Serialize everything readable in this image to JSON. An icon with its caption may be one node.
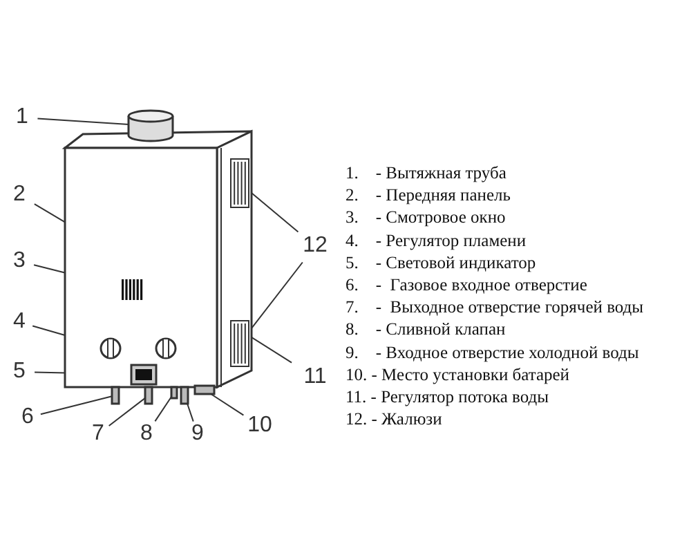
{
  "diagram": {
    "nodes": [
      {
        "text": [
          "1"
        ]
      },
      {
        "text": [
          "2"
        ]
      },
      {
        "text": [
          "3"
        ]
      },
      {
        "text": [
          "4"
        ]
      },
      {
        "text": [
          "5"
        ]
      },
      {
        "text": [
          "6"
        ]
      },
      {
        "text": [
          "7"
        ]
      },
      {
        "text": [
          "8"
        ]
      },
      {
        "text": [
          "9"
        ]
      },
      {
        "text": [
          "10"
        ]
      },
      {
        "text": [
          "11"
        ]
      },
      {
        "text": [
          "12"
        ]
      },
      {
        "text": [],
        "shape": "cylinder"
      },
      {
        "text": [],
        "shape": "box"
      },
      {
        "text": [],
        "shape": "box",
        "in": 13
      },
      {
        "text": [],
        "shape": "circle",
        "in": 13
      },
      {
        "text": [],
        "shape": "box",
        "in": 13
      },
      {
        "text": [],
        "shape": "bar"
      },
      {
        "text": [],
        "shape": "bar"
      },
      {
        "text": [],
        "shape": "bar"
      },
      {
        "text": [],
        "shape": "bar"
      },
      {
        "text": [],
        "shape": "box"
      },
      {
        "text": [],
        "shape": "box"
      },
      {
        "text": [],
        "shape": "box"
      },
      {
        "text": [],
        "shape": "circle",
        "in": 13
      }
    ],
    "edges": [
      {
        "from": 0,
        "to": 12,
        "arrow": "none"
      },
      {
        "from": 1,
        "to": 13,
        "arrow": "none"
      },
      {
        "from": 2,
        "to": 14,
        "arrow": "none"
      },
      {
        "from": 3,
        "to": 15,
        "arrow": "none"
      },
      {
        "from": 4,
        "to": 16,
        "arrow": "none"
      },
      {
        "from": 5,
        "to": 17,
        "arrow": "none"
      },
      {
        "from": 6,
        "to": 18,
        "arrow": "none"
      },
      {
        "from": 7,
        "to": 19,
        "arrow": "none"
      },
      {
        "from": 8,
        "to": 20,
        "arrow": "none"
      },
      {
        "from": 9,
        "to": 21,
        "arrow": "none"
      },
      {
        "from": 10,
        "to": 13,
        "arrow": "none"
      },
      {
        "from": 11,
        "to": 22,
        "arrow": "none"
      },
      {
        "from": 11,
        "to": 23,
        "arrow": "none"
      }
    ],
    "labels": [
      "1.    - Вытяжная труба",
      "2.    - Передняя панель",
      "3.    - Смотровое окно",
      "4.    - Регулятор пламени",
      "5.    - Световой индикатор",
      "6.    -  Газовое входное отверстие",
      "7.    -  Выходное отверстие горячей воды",
      "8.    - Сливной клапан",
      "9.    - Входное отверстие холодной воды",
      "10. - Место установки батарей",
      "11. - Регулятор потока воды",
      "12. - Жалюзи"
    ]
  }
}
